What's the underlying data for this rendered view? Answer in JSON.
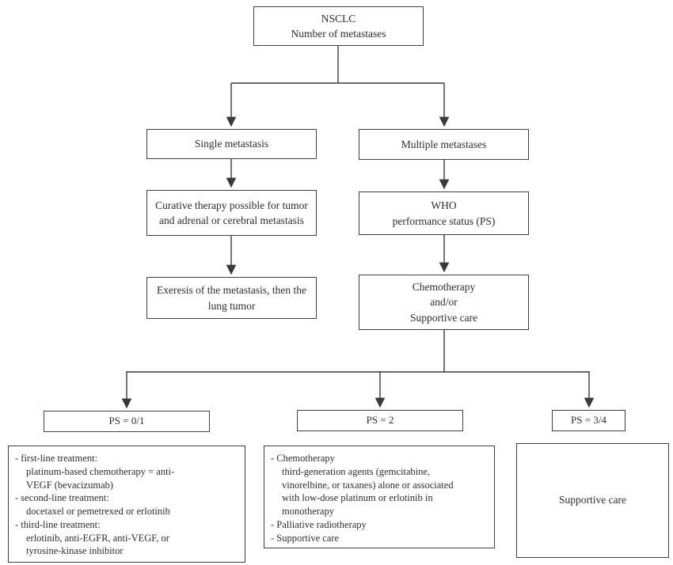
{
  "diagram": {
    "root": {
      "lines": [
        "NSCLC",
        "Number of metastases"
      ]
    },
    "left_branch": {
      "single_metastasis": "Single metastasis",
      "curative": "Curative therapy possible for tumor and adrenal or cerebral metastasis",
      "exeresis": "Exeresis of the metastasis, then the lung tumor"
    },
    "right_branch": {
      "multiple_metastases": "Multiple metastases",
      "who": {
        "lines": [
          "WHO",
          "performance status (PS)"
        ]
      },
      "chemo": {
        "lines": [
          "Chemotherapy",
          "and/or",
          "Supportive care"
        ]
      }
    },
    "ps_nodes": {
      "ps01": "PS = 0/1",
      "ps2": "PS = 2",
      "ps34": "PS = 3/4"
    },
    "details": {
      "ps01": {
        "items": [
          {
            "head": "- first-line treatment:",
            "detail": "platinum-based chemotherapy = anti-\nVEGF (bevacizumab)"
          },
          {
            "head": "- second-line treatment:",
            "detail": "docetaxel or pemetrexed or erlotinib"
          },
          {
            "head": "- third-line treatment:",
            "detail": "erlotinib, anti-EGFR, anti-VEGF, or\ntyrosine-kinase inhibitor"
          }
        ]
      },
      "ps2": {
        "items": [
          {
            "head": "- Chemotherapy",
            "detail": "third-generation agents (gemcitabine,\nvinorelbine, or taxanes) alone or associated\nwith low-dose platinum or erlotinib in\nmonotherapy"
          },
          {
            "head": "- Palliative radiotherapy",
            "detail": ""
          },
          {
            "head": "- Supportive care",
            "detail": ""
          }
        ]
      },
      "ps34": {
        "text": "Supportive care"
      }
    },
    "colors": {
      "line": "#3a3a3a",
      "border": "#3e3e3e",
      "text": "#2d2d2d",
      "background": "#ffffff"
    }
  }
}
